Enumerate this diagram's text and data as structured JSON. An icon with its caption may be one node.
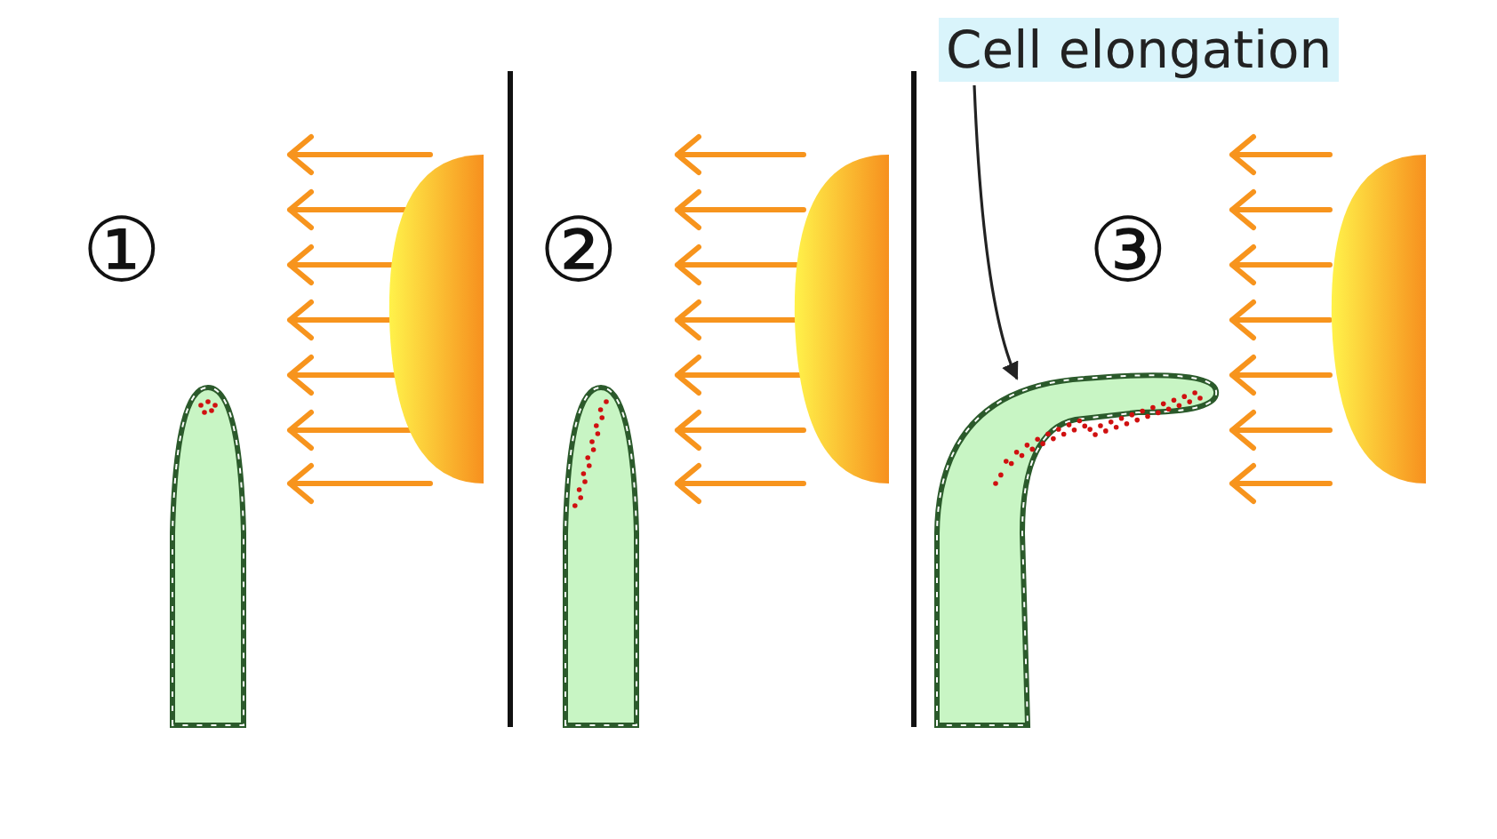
{
  "diagram": {
    "nodes": [
      {
        "text": [
          "Cell elongation"
        ]
      },
      {
        "text": [],
        "shape": "picture"
      }
    ],
    "edges": [
      {
        "from": 0,
        "to": 1,
        "arrow": "to"
      }
    ],
    "labels": [
      "①",
      "②",
      "③"
    ]
  }
}
